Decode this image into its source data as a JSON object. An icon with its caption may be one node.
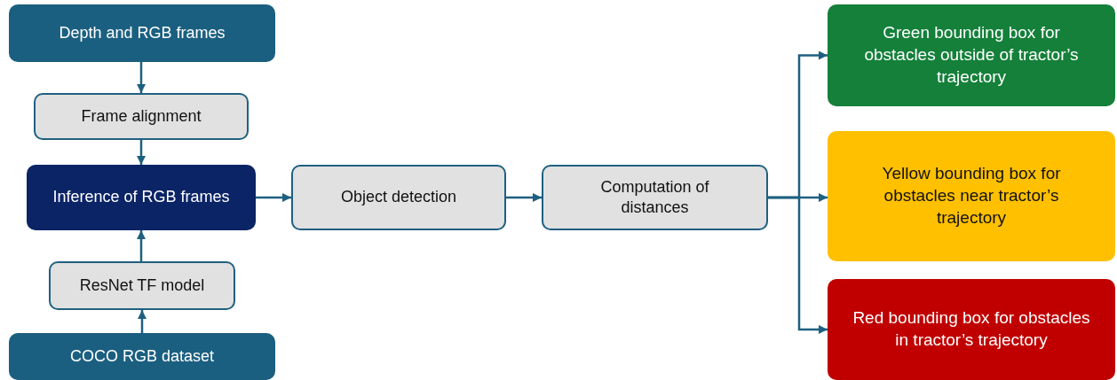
{
  "diagram": {
    "nodes": [
      {
        "text": [
          "Depth and RGB frames"
        ]
      },
      {
        "text": [
          "Frame alignment"
        ]
      },
      {
        "text": [
          "Inference of RGB frames"
        ]
      },
      {
        "text": [
          "ResNet TF model"
        ]
      },
      {
        "text": [
          "COCO RGB dataset"
        ]
      },
      {
        "text": [
          "Object detection"
        ]
      },
      {
        "text": [
          "Computation of distances"
        ]
      },
      {
        "text": [
          "Green bounding box for obstacles outside of tractor’s trajectory"
        ]
      },
      {
        "text": [
          "Yellow bounding box for obstacles near tractor’s trajectory"
        ]
      },
      {
        "text": [
          "Red bounding box for obstacles in tractor’s trajectory"
        ]
      }
    ],
    "edges": [
      {
        "from": 0,
        "to": 1,
        "arrow": "to"
      },
      {
        "from": 1,
        "to": 2,
        "arrow": "to"
      },
      {
        "from": 4,
        "to": 3,
        "arrow": "to"
      },
      {
        "from": 3,
        "to": 2,
        "arrow": "to"
      },
      {
        "from": 2,
        "to": 5,
        "arrow": "to"
      },
      {
        "from": 5,
        "to": 6,
        "arrow": "to"
      },
      {
        "from": 6,
        "to": 7,
        "arrow": "to"
      },
      {
        "from": 6,
        "to": 8,
        "arrow": "to"
      },
      {
        "from": 6,
        "to": 9,
        "arrow": "to"
      }
    ]
  }
}
